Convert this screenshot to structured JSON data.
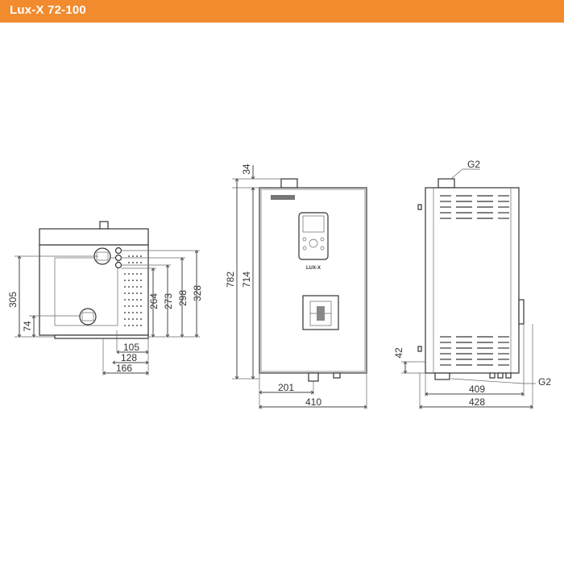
{
  "header": {
    "title": "Lux-X 72-100"
  },
  "colors": {
    "accent": "#f18b2e",
    "line": "#444444"
  },
  "front_panel": {
    "logo": "LUX-X"
  },
  "dimensions": {
    "left_view": {
      "h_305": "305",
      "h_74": "74",
      "h_264": "264",
      "h_273": "273",
      "h_298": "298",
      "h_328": "328",
      "w_105": "105",
      "w_128": "128",
      "w_166": "166"
    },
    "front_view": {
      "h_34": "34",
      "h_782": "782",
      "h_714": "714",
      "w_201": "201",
      "w_410": "410"
    },
    "side_view": {
      "g2_top": "G2",
      "g2_bottom": "G2",
      "h_42": "42",
      "w_409": "409",
      "w_428": "428"
    }
  }
}
